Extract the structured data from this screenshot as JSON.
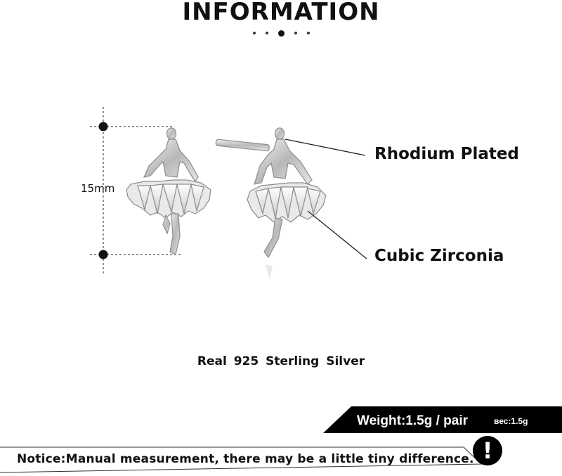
{
  "header": {
    "title": "INFORMATION"
  },
  "illustration": {
    "dimension_label": "15mm",
    "callouts": {
      "rhodium": "Rhodium Plated",
      "zirconia": "Cubic Zirconia"
    }
  },
  "material": "Real 925  Sterling  Silver",
  "weight": {
    "main": "Weight:1.5g / pair",
    "secondary": "вес:1.5g"
  },
  "notice": {
    "text": "Notice:Manual measurement, there may be a little tiny difference.",
    "icon": "exclamation-icon"
  },
  "colors": {
    "text": "#111111",
    "banner": "#000000",
    "background": "#ffffff"
  }
}
